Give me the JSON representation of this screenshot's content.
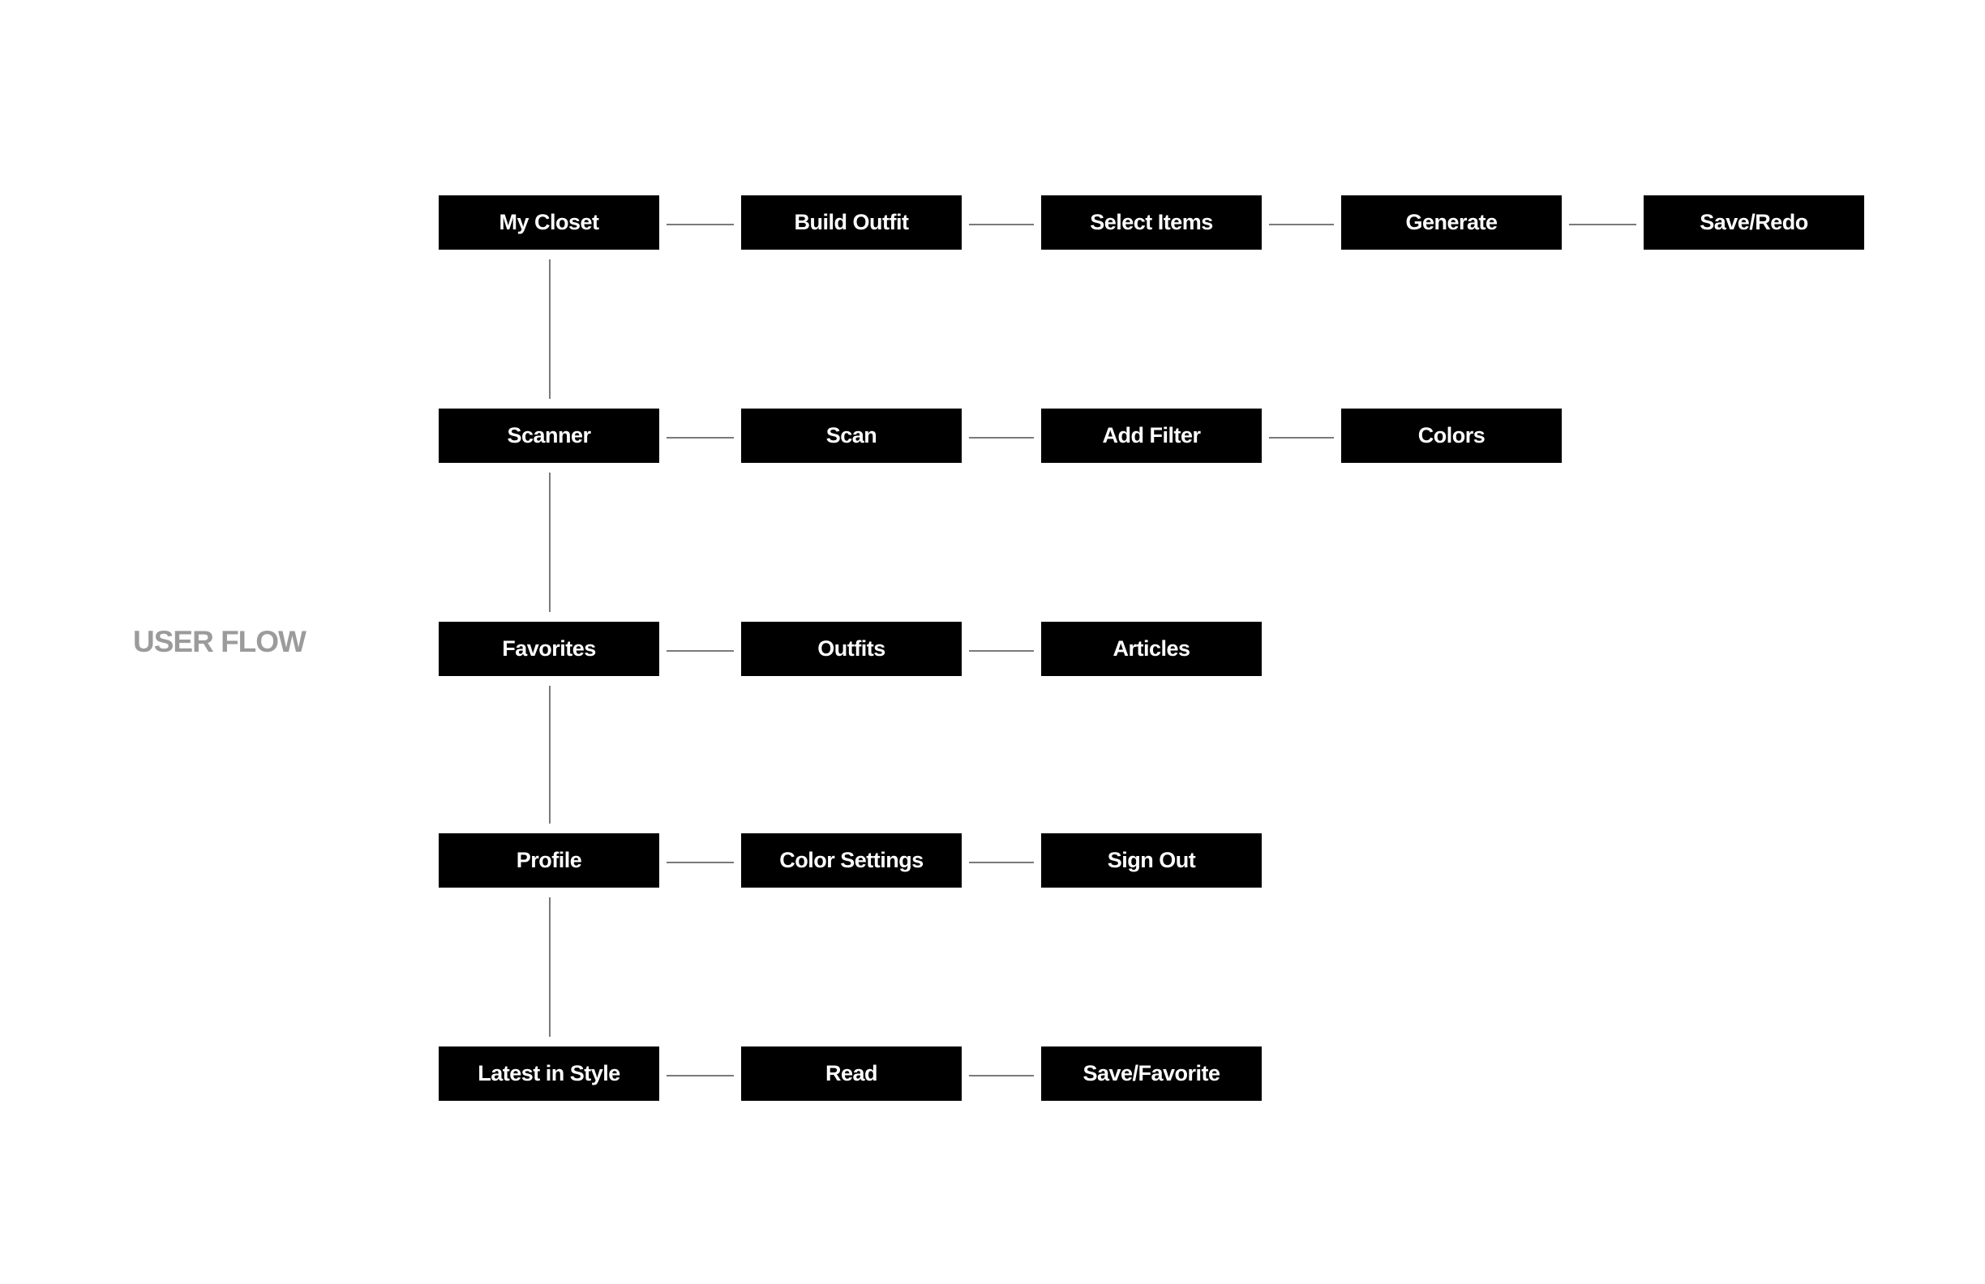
{
  "title": "USER FLOW",
  "rows": [
    {
      "nodes": [
        "My Closet",
        "Build Outfit",
        "Select Items",
        "Generate",
        "Save/Redo"
      ]
    },
    {
      "nodes": [
        "Scanner",
        "Scan",
        "Add Filter",
        "Colors"
      ]
    },
    {
      "nodes": [
        "Favorites",
        "Outfits",
        "Articles"
      ]
    },
    {
      "nodes": [
        "Profile",
        "Color Settings",
        "Sign Out"
      ]
    },
    {
      "nodes": [
        "Latest in Style",
        "Read",
        "Save/Favorite"
      ]
    }
  ],
  "colors": {
    "node_fill": "#000000",
    "node_text": "#ffffff",
    "connector": "#7a7a7a",
    "title": "#9b9b9b"
  }
}
